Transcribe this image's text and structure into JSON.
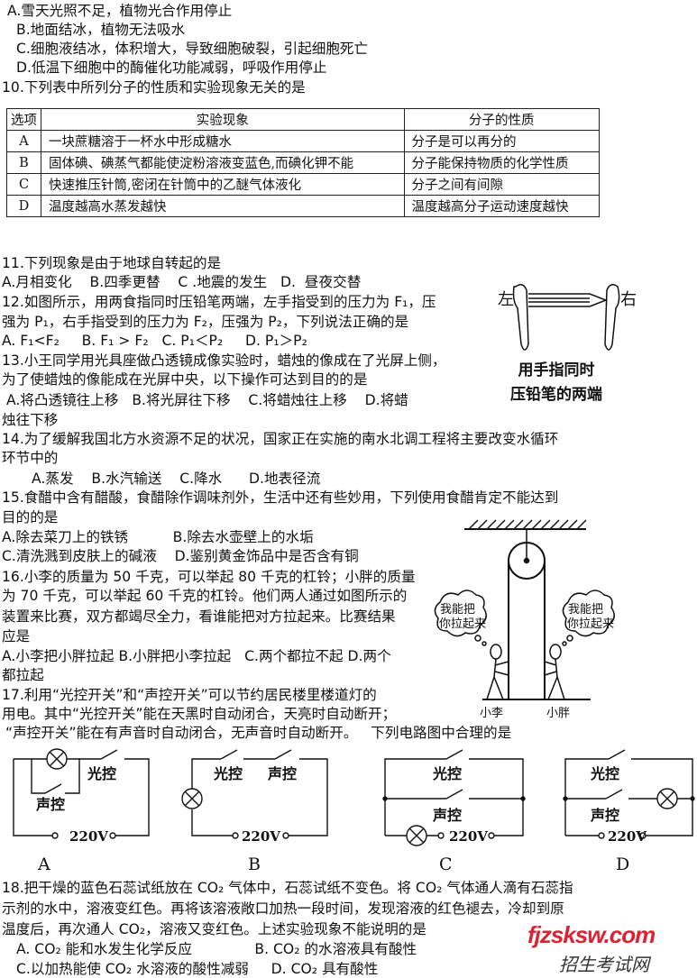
{
  "lines": [
    "A.雪天光照不足，植物光合作用停止",
    "B.地面结冰，植物无法吸水",
    "C.细胞液结冰，体积增大，导致细胞破裂，引起细胞死亡",
    "D.低温下细胞中的酶催化功能减弱，呼吸作用停止",
    "10.下列表中所列分子的性质和实验现象无关的是",
    "11.下列现象是由于地球自转起的是",
    "A.月相变化    B.四季更替    C .地震的发生   D.  昼夜交替",
    "12.如图所示，用两食指同时压铅笔两端，左手指受到的压力为 F₁，压",
    "强为 P₁，右手指受到的压力为 F₂，压强为 P₂，下列说法正确的是",
    "A. F₁<F₂     B. F₁ > F₂   C. P₁＜P₂     D. P₁＞P₂",
    "13.小王同学用光具座做凸透镜成像实验时，蜡烛的像成在了光屏上侧，",
    "为了使蜡烛的像能成在光屏中央，以下操作可达到目的的是",
    " A.将凸透镜往上移   B.将光屏往下移    C.将蜡烛往上移    D.将蜡",
    "烛往下移",
    "14.为了缓解我国北方水资源不足的状况，国家正在实施的南水北调工程将主要改变水循环",
    "环节中的",
    "A.蒸发    B.水汽输送    C.降水      D.地表径流",
    "15.食醋中含有醋酸，食醋除作调味剂外，生活中还有些妙用，下列使用食醋肯定不能达到",
    "目的的是",
    "A.除去菜刀上的铁锈          B.除去水壶壁上的水垢",
    "C.清洗溅到皮肤上的碱液    D.鉴别黄金饰品中是否含有铜",
    "16.小李的质量为 50 千克，可以举起 80 千克的杠铃；小胖的质量",
    "为 70 千克，可以举起 60 千克的杠铃。他们两人通过如图所示的",
    "装置来比赛，双方都竭尽全力，看谁能把对方拉起来。比赛结果",
    "应是",
    "A.小李把小胖拉起 B.小胖把小李拉起   C.两个都拉不起 D.两个",
    "都拉起",
    "17.利用“光控开关”和“声控开关”可以节约居民楼里楼道灯的",
    "用电。其中“光控开关”能在天黑时自动闭合，天亮时自动断开；",
    "“声控开关”能在有声音时自动闭合，无声音时自动断开。   下列电路图中合理的是",
    "18.把干燥的蓝色石蕊试纸放在 CO₂ 气体中，石蕊试纸不变色。将 CO₂ 气体通人滴有石蕊指",
    "示剂的水中，溶液变红色。再将该溶液敞口加热一段时间，发现溶液的红色褪去，冷却到原",
    "温度后，再次通人 CO₂，溶液又变红色。上述实验现象不能说明的是",
    "A. CO₂ 能和水发生化学反应              B. CO₂ 的水溶液具有酸性",
    "C.以加热能使 CO₂ 水溶液的酸性减弱     D. CO₂ 具有酸性"
  ],
  "table": {
    "headers": [
      "选项",
      "实验现象",
      "分子的性质"
    ],
    "rows": [
      [
        "A",
        "一块蔗糖溶于一杯水中形成糖水",
        "分子是可以再分的"
      ],
      [
        "B",
        "固体碘、碘蒸气都能使淀粉溶液变蓝色,而碘化钾不能",
        "分子能保持物质的化学性质"
      ],
      [
        "C",
        "快速推压针筒,密闭在针筒中的乙醚气体液化",
        "分子之间有间隙"
      ],
      [
        "D",
        "温度越高水蒸发越快",
        "温度越高分子运动速度越快"
      ]
    ]
  },
  "pencil_figure": {
    "left": "左",
    "right": "右",
    "caption1": "用手指同时",
    "caption2": "压铅笔的两端"
  },
  "pulley_figure": {
    "bubble1": "我能把",
    "bubble2": "你拉起来",
    "person_left": "小李",
    "person_right": "小胖"
  },
  "circuits": {
    "light_switch": "光控",
    "sound_switch": "声控",
    "voltage": "220V",
    "labels": [
      "A",
      "B",
      "C",
      "D"
    ]
  },
  "watermark": {
    "site": "fjzsksw.com",
    "name": "招生考试网"
  }
}
